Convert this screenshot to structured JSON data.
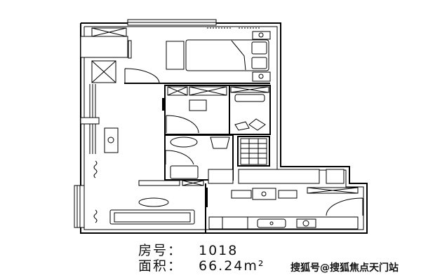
{
  "unit": {
    "room_number_label": "房号：",
    "room_number": "1018",
    "area_label": "面积：",
    "area": "66.24m²"
  },
  "watermark": "搜狐号@搜狐焦点天门站"
}
